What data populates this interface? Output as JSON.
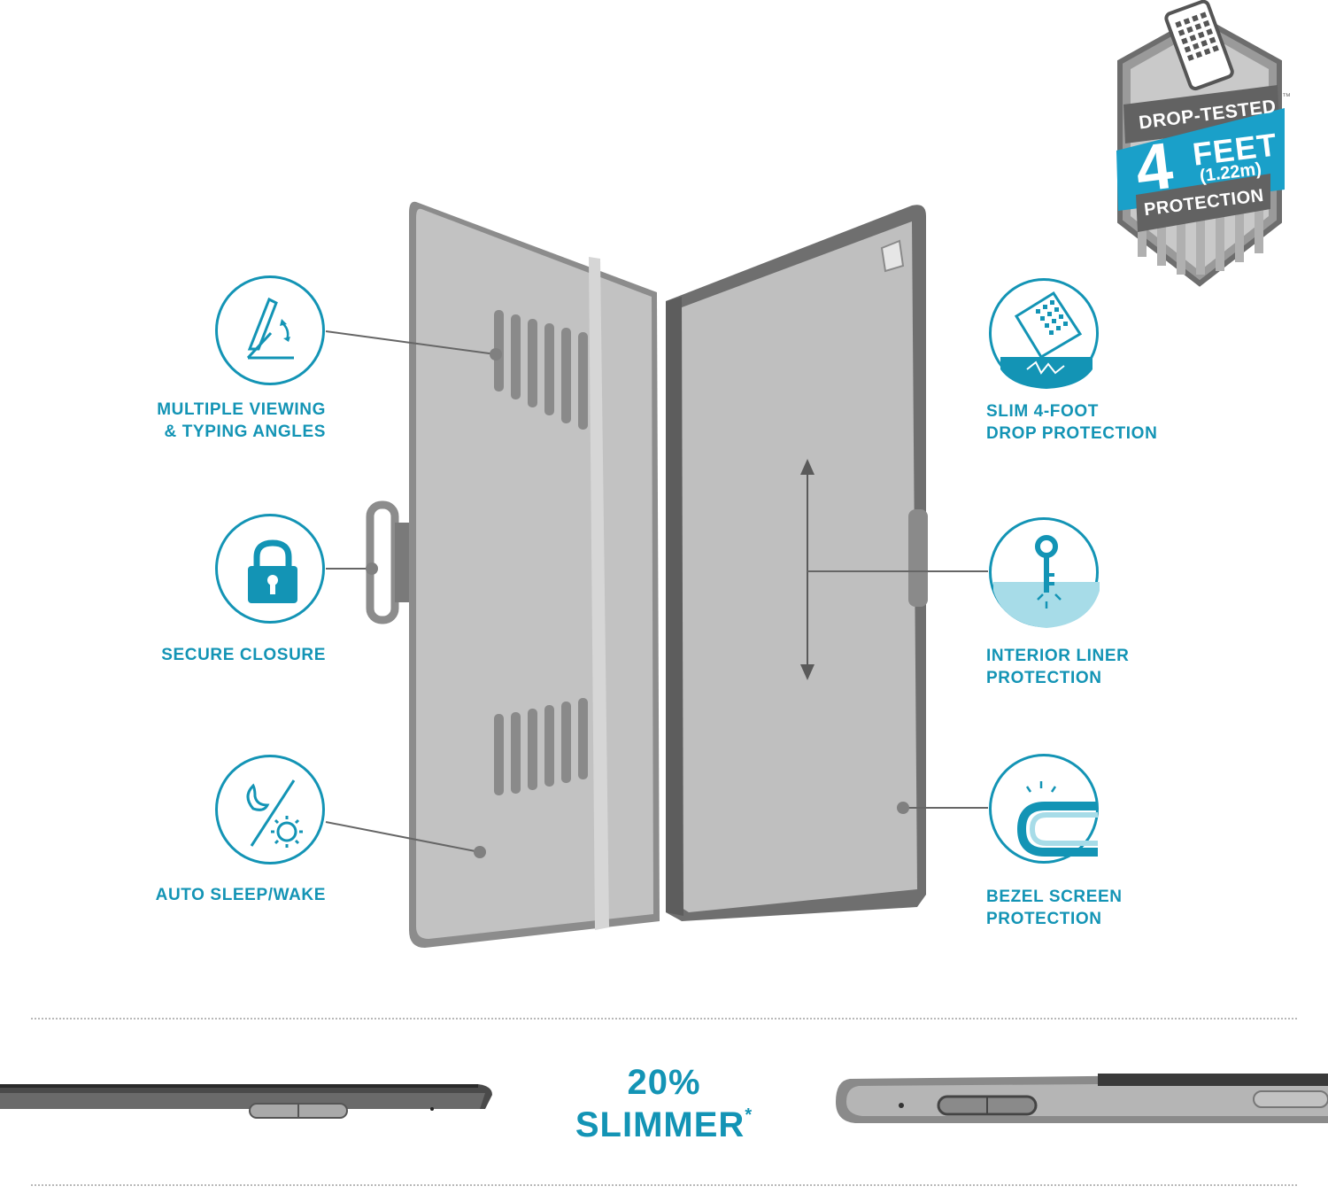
{
  "features": {
    "viewing": {
      "line1": "MULTIPLE VIEWING",
      "line2": "& TYPING ANGLES",
      "icon": "stand-angle-icon"
    },
    "closure": {
      "line1": "SECURE CLOSURE",
      "icon": "padlock-icon"
    },
    "sleep": {
      "line1": "AUTO SLEEP/WAKE",
      "icon": "moon-sun-icon"
    },
    "drop": {
      "line1": "SLIM 4-FOOT",
      "line2": "DROP PROTECTION",
      "icon": "drop-impact-icon"
    },
    "liner": {
      "line1": "INTERIOR LINER",
      "line2": "PROTECTION",
      "icon": "key-scratch-icon"
    },
    "bezel": {
      "line1": "BEZEL SCREEN",
      "line2": "PROTECTION",
      "icon": "bezel-edge-icon"
    }
  },
  "badge": {
    "top": "DROP-TESTED",
    "number": "4",
    "unit": "FEET",
    "metric": "(1.22m)",
    "bottom": "PROTECTION",
    "tm": "™"
  },
  "slim": {
    "percent": "20%",
    "word": "SLIMMER",
    "asterisk": "*"
  },
  "colors": {
    "accent": "#1394b5",
    "case_grey": "#bdbdbd",
    "case_dark": "#6e6e6e"
  }
}
